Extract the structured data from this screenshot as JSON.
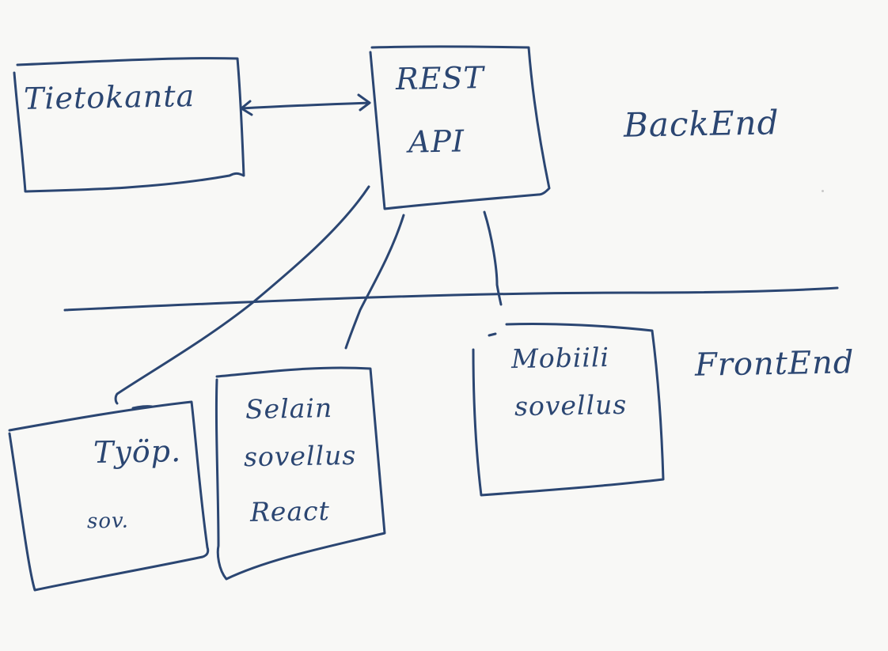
{
  "colors": {
    "ink": "#2b4672",
    "paper": "#f8f8f6"
  },
  "backend": {
    "database_label": "Tietokanta",
    "api_line1": "REST",
    "api_line2": "API",
    "section_label": "BackEnd"
  },
  "frontend": {
    "section_label": "FrontEnd",
    "workstation_line1": "Työp.",
    "workstation_line2": "sov.",
    "browser_line1": "Selain",
    "browser_line2": "sovellus",
    "browser_line3": "React",
    "mobile_line1": "Mobiili",
    "mobile_line2": "sovellus"
  }
}
